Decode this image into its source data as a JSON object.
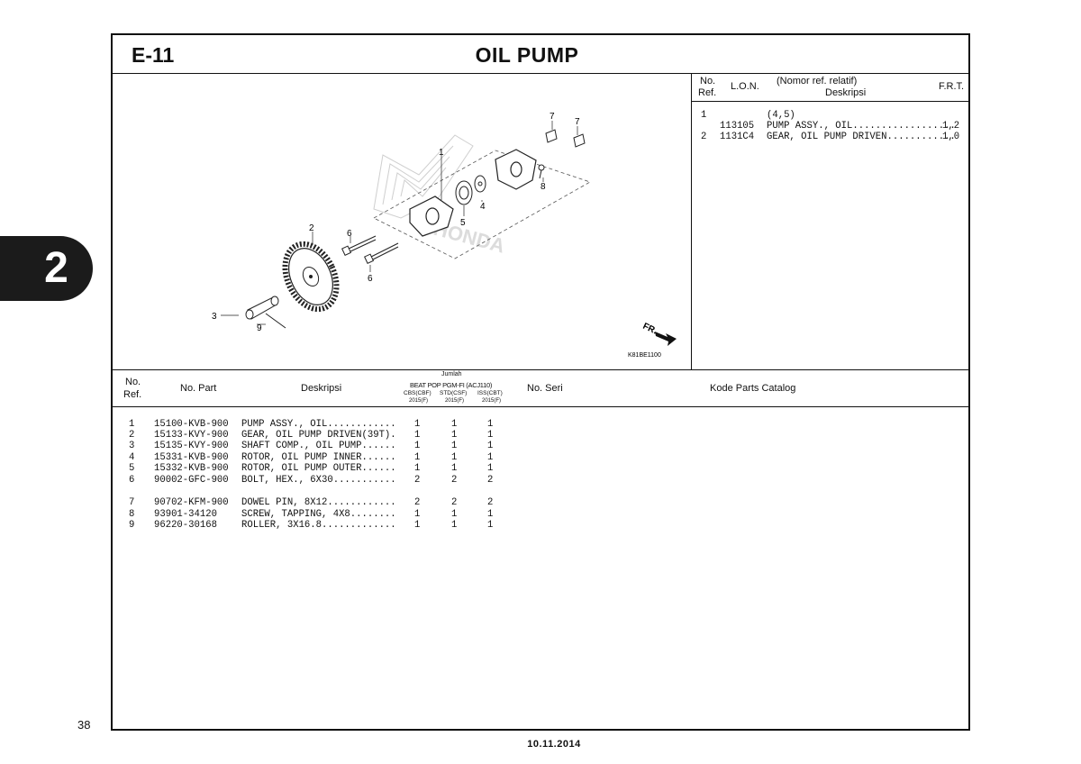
{
  "header": {
    "code": "E-11",
    "title": "OIL PUMP"
  },
  "side_tab": "2",
  "page_number": "38",
  "date": "10.11.2014",
  "diagram": {
    "code": "K81BE1100",
    "fr_label": "FR.",
    "watermark": "HONDA",
    "callouts": [
      "1",
      "2",
      "3",
      "4",
      "5",
      "6",
      "6",
      "7",
      "7",
      "8",
      "9"
    ]
  },
  "ref_table": {
    "headers": {
      "no": "No.",
      "ref": "Ref.",
      "lon": "L.O.N.",
      "nomor": "(Nomor ref. relatif)",
      "deskripsi": "Deskripsi",
      "frt": "F.R.T."
    },
    "rows": [
      {
        "no": "1",
        "lon": "",
        "desc": "(4,5)",
        "frt": ""
      },
      {
        "no": "",
        "lon": "113105",
        "desc": "PUMP ASSY., OIL..................",
        "frt": "1,2"
      },
      {
        "no": "2",
        "lon": "1131C4",
        "desc": "GEAR, OIL PUMP DRIVEN............",
        "frt": "1,0"
      }
    ]
  },
  "parts_table": {
    "headers": {
      "no": "No.",
      "ref": "Ref.",
      "part": "No. Part",
      "desc": "Deskripsi",
      "jumlah": "Jumlah",
      "model": "BEAT POP PGM-FI (ACJ110)",
      "variants": [
        {
          "name": "CBS(CBF)",
          "year": "2015(F)"
        },
        {
          "name": "STD(CSF)",
          "year": "2015(F)"
        },
        {
          "name": "ISS(CBT)",
          "year": "2015(F)"
        }
      ],
      "seri": "No. Seri",
      "catalog": "Kode Parts Catalog"
    },
    "rows": [
      {
        "ref": "1",
        "part": "15100-KVB-900",
        "desc": "PUMP ASSY., OIL............",
        "q1": "1",
        "q2": "1",
        "q3": "1"
      },
      {
        "ref": "2",
        "part": "15133-KVY-900",
        "desc": "GEAR, OIL PUMP DRIVEN(39T).",
        "q1": "1",
        "q2": "1",
        "q3": "1"
      },
      {
        "ref": "3",
        "part": "15135-KVY-900",
        "desc": "SHAFT COMP., OIL PUMP......",
        "q1": "1",
        "q2": "1",
        "q3": "1"
      },
      {
        "ref": "4",
        "part": "15331-KVB-900",
        "desc": "ROTOR, OIL PUMP INNER......",
        "q1": "1",
        "q2": "1",
        "q3": "1"
      },
      {
        "ref": "5",
        "part": "15332-KVB-900",
        "desc": "ROTOR, OIL PUMP OUTER......",
        "q1": "1",
        "q2": "1",
        "q3": "1"
      },
      {
        "ref": "6",
        "part": "90002-GFC-900",
        "desc": "BOLT, HEX., 6X30...........",
        "q1": "2",
        "q2": "2",
        "q3": "2"
      },
      {
        "ref": "7",
        "part": "90702-KFM-900",
        "desc": "DOWEL PIN, 8X12............",
        "q1": "2",
        "q2": "2",
        "q3": "2"
      },
      {
        "ref": "8",
        "part": "93901-34120",
        "desc": "SCREW, TAPPING, 4X8........",
        "q1": "1",
        "q2": "1",
        "q3": "1"
      },
      {
        "ref": "9",
        "part": "96220-30168",
        "desc": "ROLLER, 3X16.8.............",
        "q1": "1",
        "q2": "1",
        "q3": "1"
      }
    ]
  }
}
